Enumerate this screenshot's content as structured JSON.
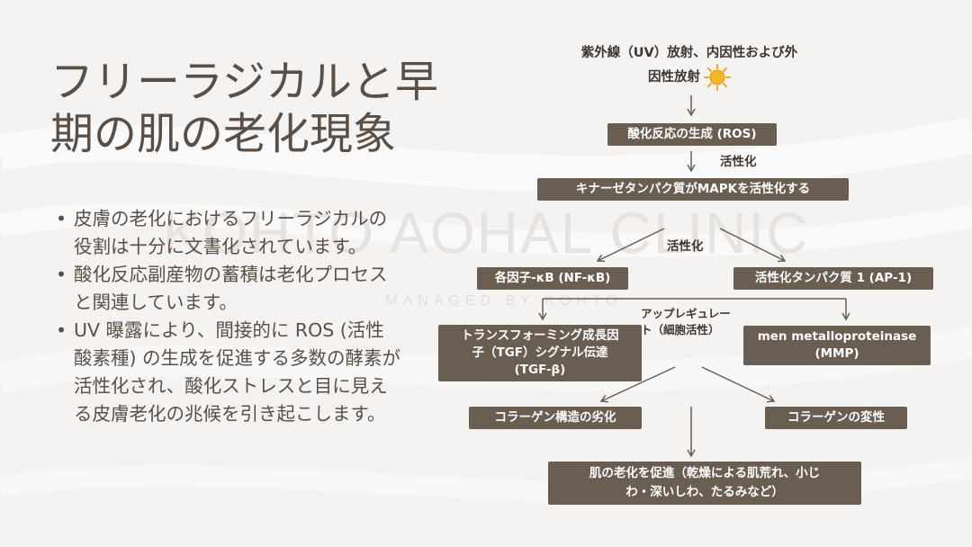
{
  "slide": {
    "title_line1": "フリーラジカルと早",
    "title_line2": "期の肌の老化現象",
    "bullets": [
      "皮膚の老化におけるフリーラジカルの役割は十分に文書化されています。",
      "酸化反応副産物の蓄積は老化プロセスと関連しています。",
      "UV 曝露により、間接的に ROS (活性酸素種) の生成を促進する多数の酵素が活性化され、酸化ストレスと目に見える皮膚老化の兆候を引き起こします。"
    ],
    "watermark": "KOHTO AOHAL CLINIC",
    "watermark_sub": "MANAGED BY KOHTO"
  },
  "diagram": {
    "source_line1": "紫外線（UV）放射、内因性および外",
    "source_line2": "因性放射",
    "source_icon": "sun-icon",
    "nodes": {
      "ros": "酸化反応の生成 (ROS)",
      "kinase": "キナーゼタンパク質がMAPKを活性化する",
      "nfkb": "各因子-κB (NF-κB)",
      "ap1": "活性化タンパク質 1 (AP-1)",
      "tgf_line1": "トランスフォーミング成長因",
      "tgf_line2": "子（TGF）シグナル伝達",
      "tgf_line3": "(TGF-β)",
      "mmp_line1": "men metalloproteinase",
      "mmp_line2": "(MMP)",
      "degradation": "コラーゲン構造の劣化",
      "denaturation": "コラーゲンの変性",
      "aging_line1": "肌の老化を促進（乾燥による肌荒れ、小じ",
      "aging_line2": "わ・深いしわ、たるみなど）"
    },
    "edge_labels": {
      "activation1": "活性化",
      "activation2": "活性化",
      "upregulation_line1": "アップレギュレー",
      "upregulation_line2": "ト（細胞活性）"
    },
    "colors": {
      "node_fill": "#6a5d52",
      "node_text": "#ffffff",
      "arrow": "#6a5d52",
      "sun": "#f5a623"
    }
  }
}
